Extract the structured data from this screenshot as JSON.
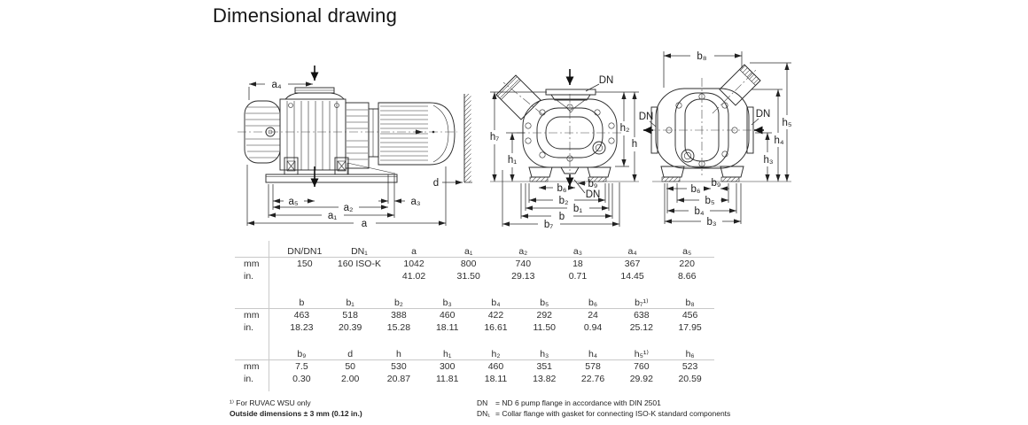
{
  "title": "Dimensional drawing",
  "drawing": {
    "side": {
      "a4": "a₄",
      "a5": "a₅",
      "a3": "a₃",
      "a2": "a₂",
      "a1": "a₁",
      "a": "a",
      "d": "d"
    },
    "front": {
      "dn_top": "DN",
      "dn_bottom": "DN",
      "h7": "h₇",
      "h1": "h₁",
      "h2": "h₂",
      "h": "h",
      "b6": "b₆",
      "b9": "b₉",
      "b2": "b₂",
      "b1": "b₁",
      "b": "b",
      "b7": "b₇"
    },
    "rear": {
      "b8": "b₈",
      "dn_left": "DN",
      "dn_right": "DN",
      "h5": "h₅",
      "h4": "h₄",
      "h3": "h₃",
      "b6": "b₆",
      "b9": "b₉",
      "b5": "b₅",
      "b4": "b₄",
      "b3": "b₃"
    }
  },
  "table": {
    "units": {
      "mm": "mm",
      "inch": "in."
    },
    "sections": [
      {
        "headers": [
          "DN/DN1",
          "DN₁",
          "a",
          "a₁",
          "a₂",
          "a₃",
          "a₄",
          "a₅"
        ],
        "mm": [
          "150",
          "160 ISO-K",
          "1042",
          "800",
          "740",
          "18",
          "367",
          "220"
        ],
        "inch": [
          "",
          "",
          "41.02",
          "31.50",
          "29.13",
          "0.71",
          "14.45",
          "8.66"
        ]
      },
      {
        "headers": [
          "b",
          "b₁",
          "b₂",
          "b₃",
          "b₄",
          "b₅",
          "b₆",
          "b₇¹⁾",
          "b₈"
        ],
        "mm": [
          "463",
          "518",
          "388",
          "460",
          "422",
          "292",
          "24",
          "638",
          "456"
        ],
        "inch": [
          "18.23",
          "20.39",
          "15.28",
          "18.11",
          "16.61",
          "11.50",
          "0.94",
          "25.12",
          "17.95"
        ]
      },
      {
        "headers": [
          "b₉",
          "d",
          "h",
          "h₁",
          "h₂",
          "h₃",
          "h₄",
          "h₅¹⁾",
          "h₆"
        ],
        "mm": [
          "7.5",
          "50",
          "530",
          "300",
          "460",
          "351",
          "578",
          "760",
          "523"
        ],
        "inch": [
          "0.30",
          "2.00",
          "20.87",
          "11.81",
          "18.11",
          "13.82",
          "22.76",
          "29.92",
          "20.59"
        ]
      }
    ]
  },
  "footnotes": {
    "note1": "¹⁾ For RUVAC WSU only",
    "note2": "Outside dimensions ± 3 mm (0.12 in.)",
    "dn_term": "DN",
    "dn_def": "= ND 6 pump flange in accordance with DIN 2501",
    "dn1_term": "DN₁",
    "dn1_def": "= Collar flange with gasket for connecting ISO-K standard components"
  }
}
